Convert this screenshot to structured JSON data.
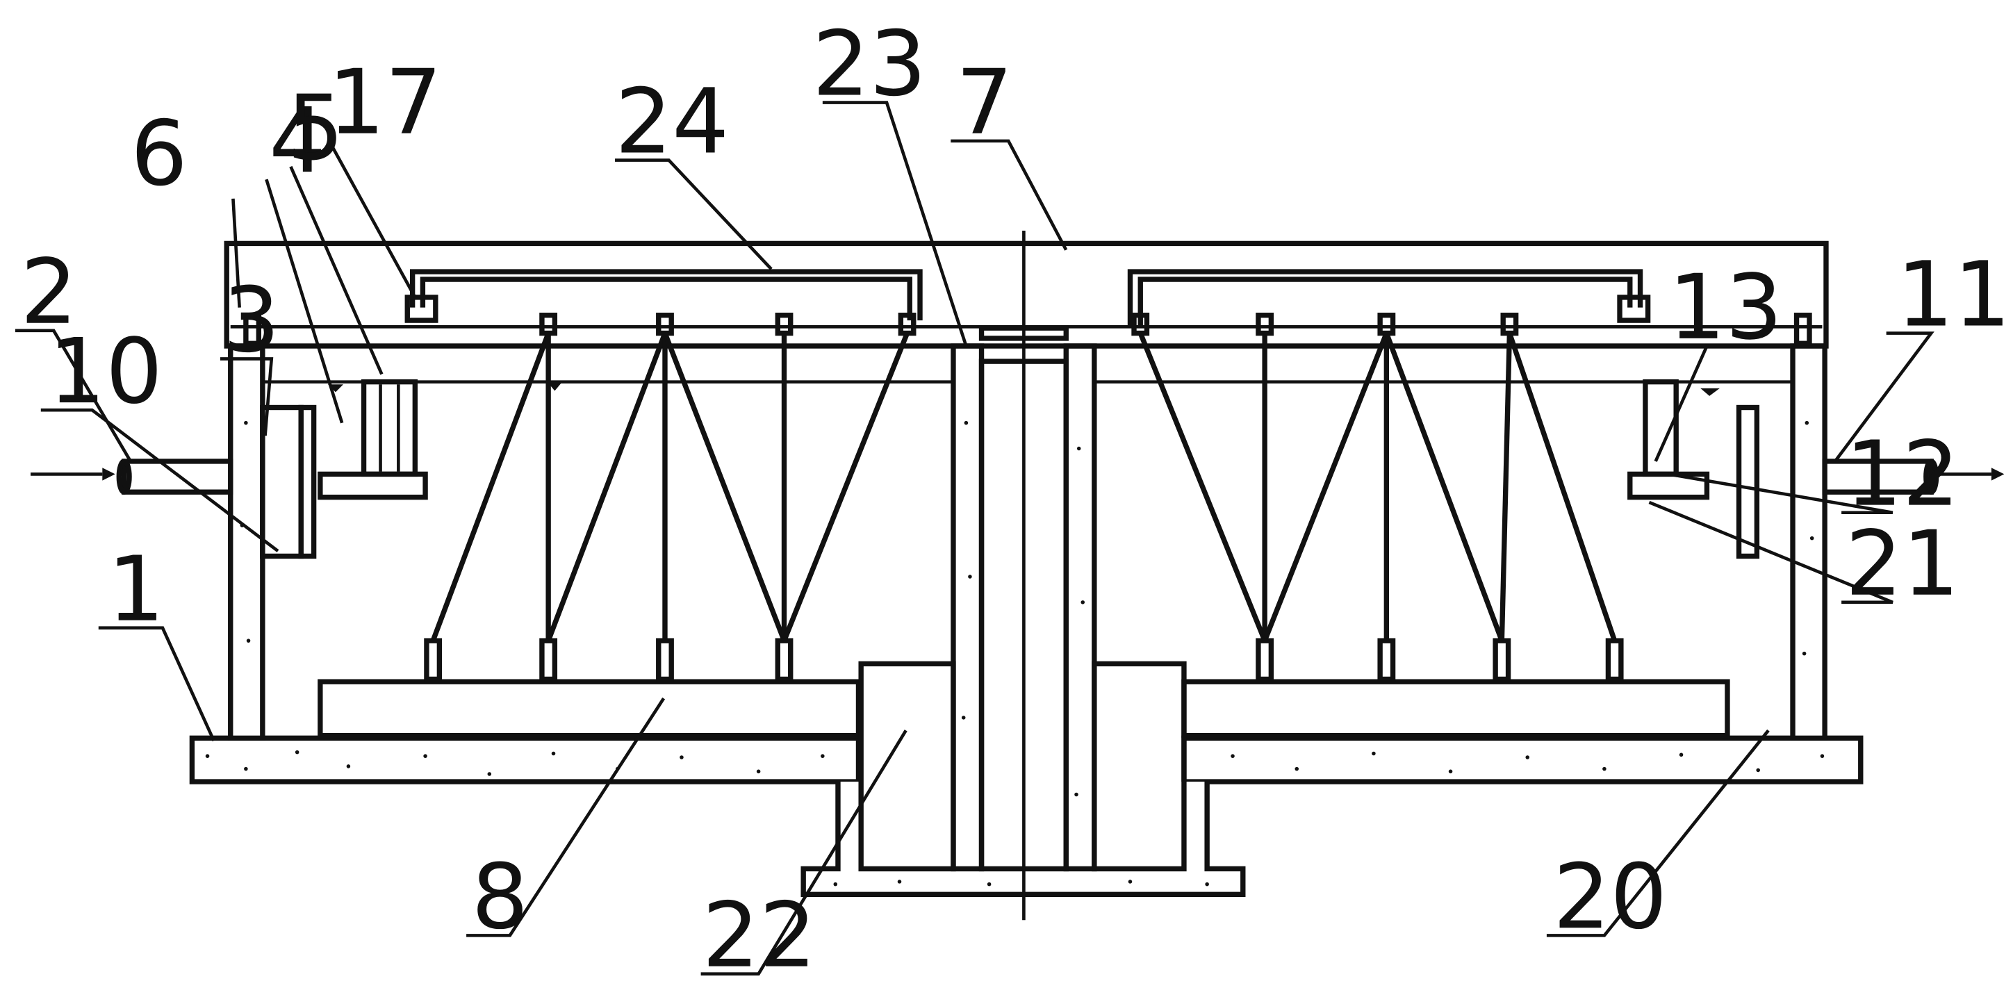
{
  "labels": {
    "l1": "1",
    "l2": "2",
    "l3": "3",
    "l4": "4",
    "l5": "5",
    "l6": "6",
    "l7": "7",
    "l8": "8",
    "l10": "10",
    "l11": "11",
    "l12": "12",
    "l13": "13",
    "l17": "17",
    "l20": "20",
    "l21": "21",
    "l22": "22",
    "l23": "23",
    "l24": "24"
  },
  "colors": {
    "line": "#111111",
    "background": "#ffffff"
  }
}
